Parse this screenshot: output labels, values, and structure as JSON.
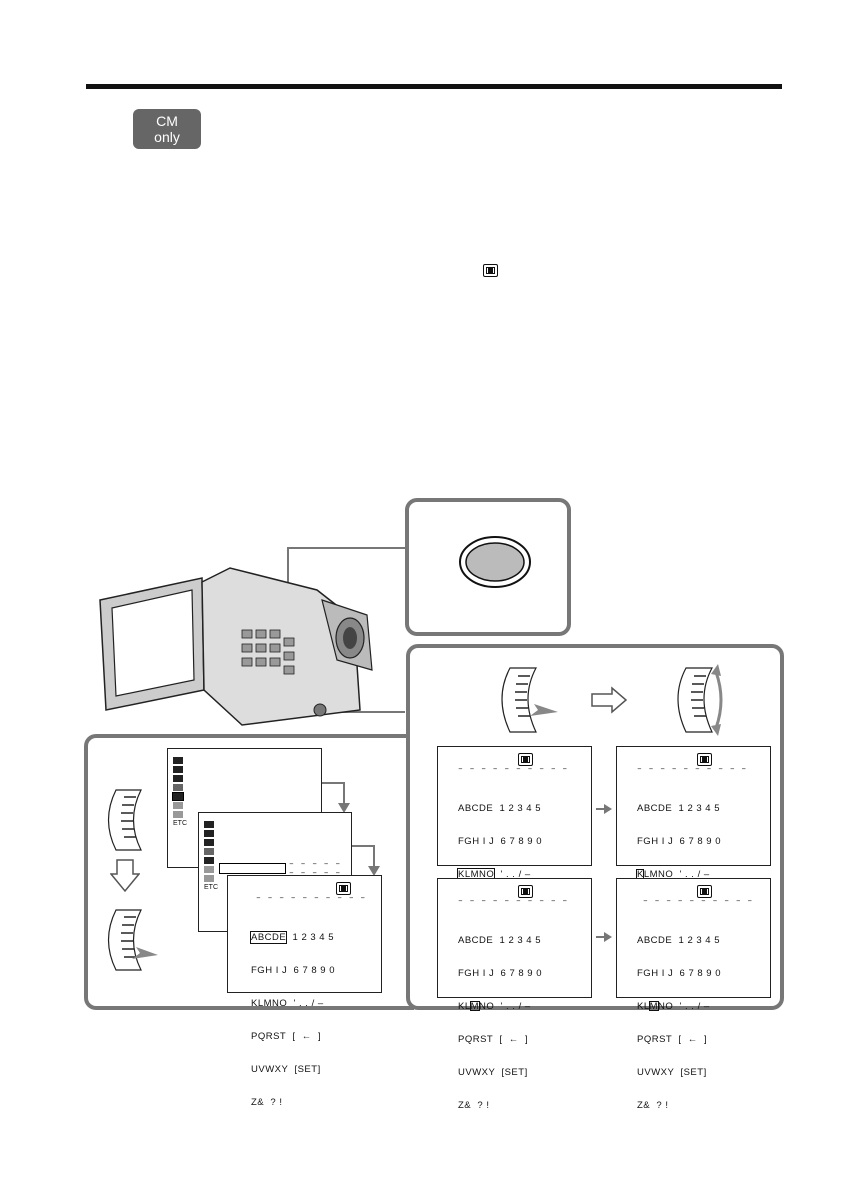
{
  "header": {
    "badge_line1": "CM",
    "badge_line2": "only"
  },
  "icons": [
    "cassette-memory-icon",
    "dial-icon",
    "arrow-icon",
    "camcorder-icon",
    "button-icon"
  ],
  "menu": {
    "etc_label": "ETC"
  },
  "title_screen": {
    "dashes": "– – – – – – – – – –",
    "rows": [
      {
        "left": "ABCDE",
        "right": "1 2 3 4 5"
      },
      {
        "left": "FGH I J",
        "right": "6 7 8 9 0"
      },
      {
        "left": "KLMNO",
        "right": "' . . / –"
      },
      {
        "left": "PQRST",
        "right": "[  ←  ]"
      },
      {
        "left": "UVWXY",
        "right": "[SET]"
      },
      {
        "left": "Z&  ? !",
        "right": ""
      }
    ]
  },
  "colors": {
    "panel_border": "#777777",
    "badge_bg": "#666666",
    "ink": "#111111"
  }
}
